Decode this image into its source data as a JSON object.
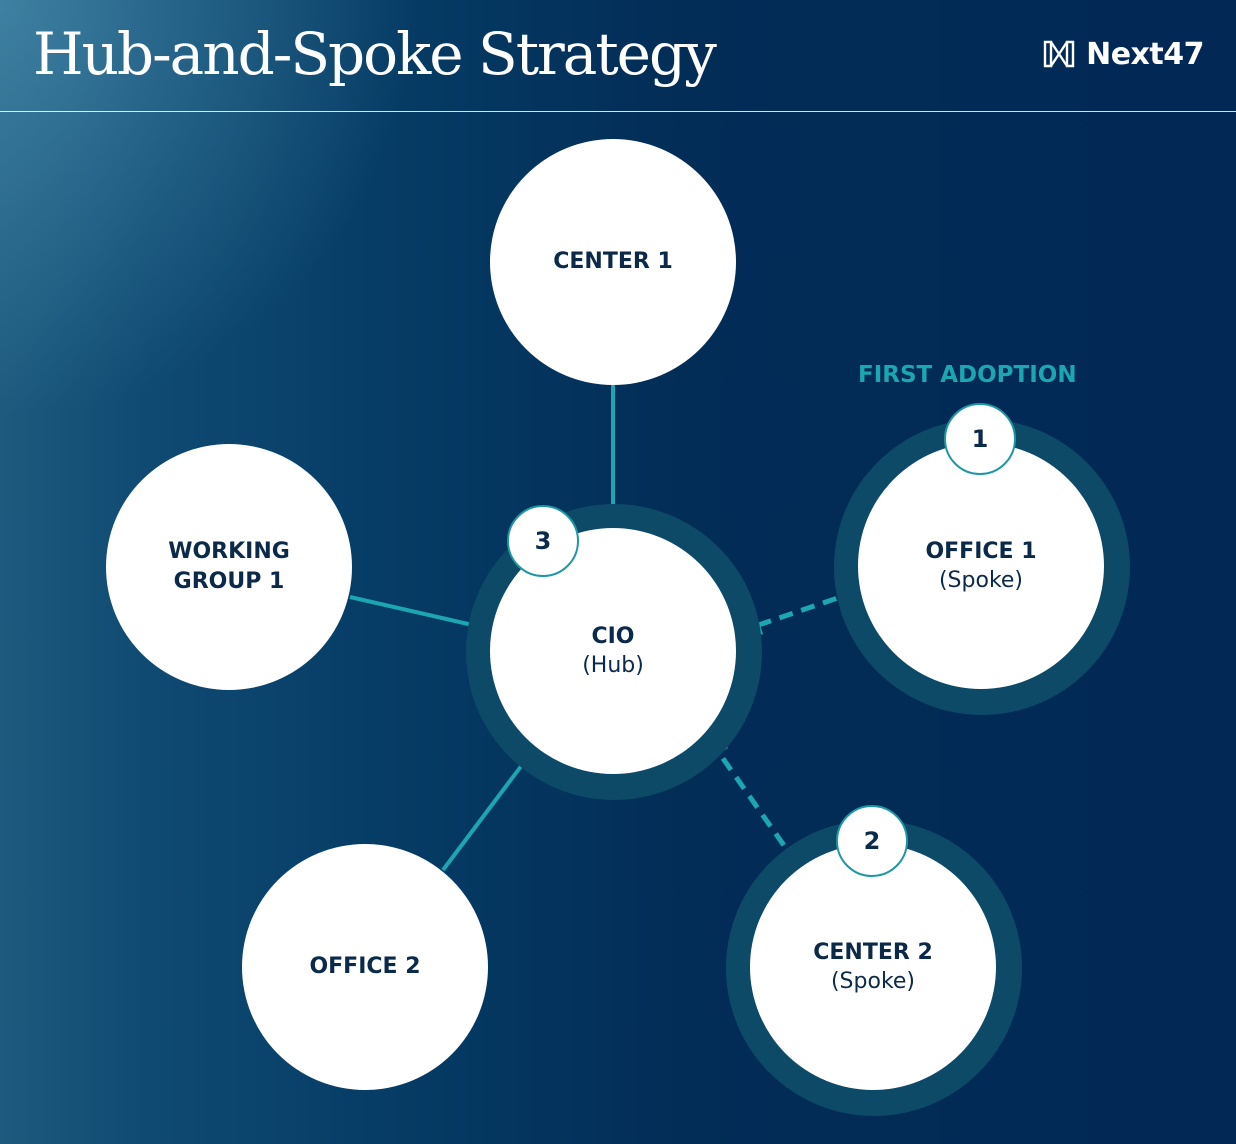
{
  "header": {
    "title": "Hub-and-Spoke Strategy",
    "brand": "Next47",
    "brand_icon": "next47-logo-icon"
  },
  "colors": {
    "background_dark": "#022855",
    "background_light": "#1d5a7e",
    "accent_teal": "#1ca6b1",
    "node_fill": "#ffffff",
    "node_text": "#0b2a4a",
    "halo": "#0c4a68"
  },
  "annotation": "FIRST ADOPTION",
  "nodes": {
    "center1": {
      "label": "CENTER 1"
    },
    "working_group1": {
      "label": "WORKING\nGROUP 1"
    },
    "cio": {
      "label": "CIO",
      "sub": "(Hub)",
      "badge": "3"
    },
    "office1": {
      "label": "OFFICE 1",
      "sub": "(Spoke)",
      "badge": "1"
    },
    "office2": {
      "label": "OFFICE 2"
    },
    "center2": {
      "label": "CENTER 2",
      "sub": "(Spoke)",
      "badge": "2"
    }
  }
}
